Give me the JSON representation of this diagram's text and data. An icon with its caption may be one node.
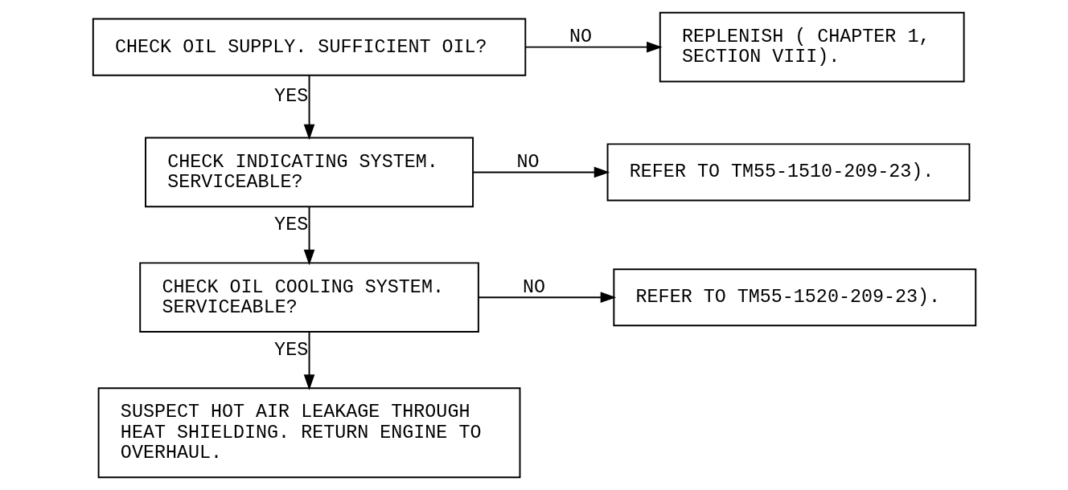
{
  "diagram": {
    "nodes": [
      {
        "text": [
          "CHECK OIL SUPPLY. SUFFICIENT OIL?"
        ]
      },
      {
        "text": [
          "REPLENISH ( CHAPTER 1, SECTION VIII)."
        ]
      },
      {
        "text": [
          "CHECK INDICATING SYSTEM. SERVICEABLE?"
        ]
      },
      {
        "text": [
          "REFER TO TM55-1510-209-23)."
        ]
      },
      {
        "text": [
          "CHECK OIL COOLING SYSTEM. SERVICEABLE?"
        ]
      },
      {
        "text": [
          "REFER TO TM55-1520-209-23)."
        ]
      },
      {
        "text": [
          "SUSPECT HOT AIR LEAKAGE THROUGH HEAT SHIELDING. RETURN ENGINE TO OVERHAUL."
        ]
      }
    ],
    "edges": [
      {
        "from": 0,
        "to": 1,
        "arrow": "to",
        "label": "NO"
      },
      {
        "from": 0,
        "to": 2,
        "arrow": "to",
        "label": "YES"
      },
      {
        "from": 2,
        "to": 3,
        "arrow": "to",
        "label": "NO"
      },
      {
        "from": 2,
        "to": 4,
        "arrow": "to",
        "label": "YES"
      },
      {
        "from": 4,
        "to": 5,
        "arrow": "to",
        "label": "NO"
      },
      {
        "from": 4,
        "to": 6,
        "arrow": "to",
        "label": "YES"
      }
    ]
  }
}
